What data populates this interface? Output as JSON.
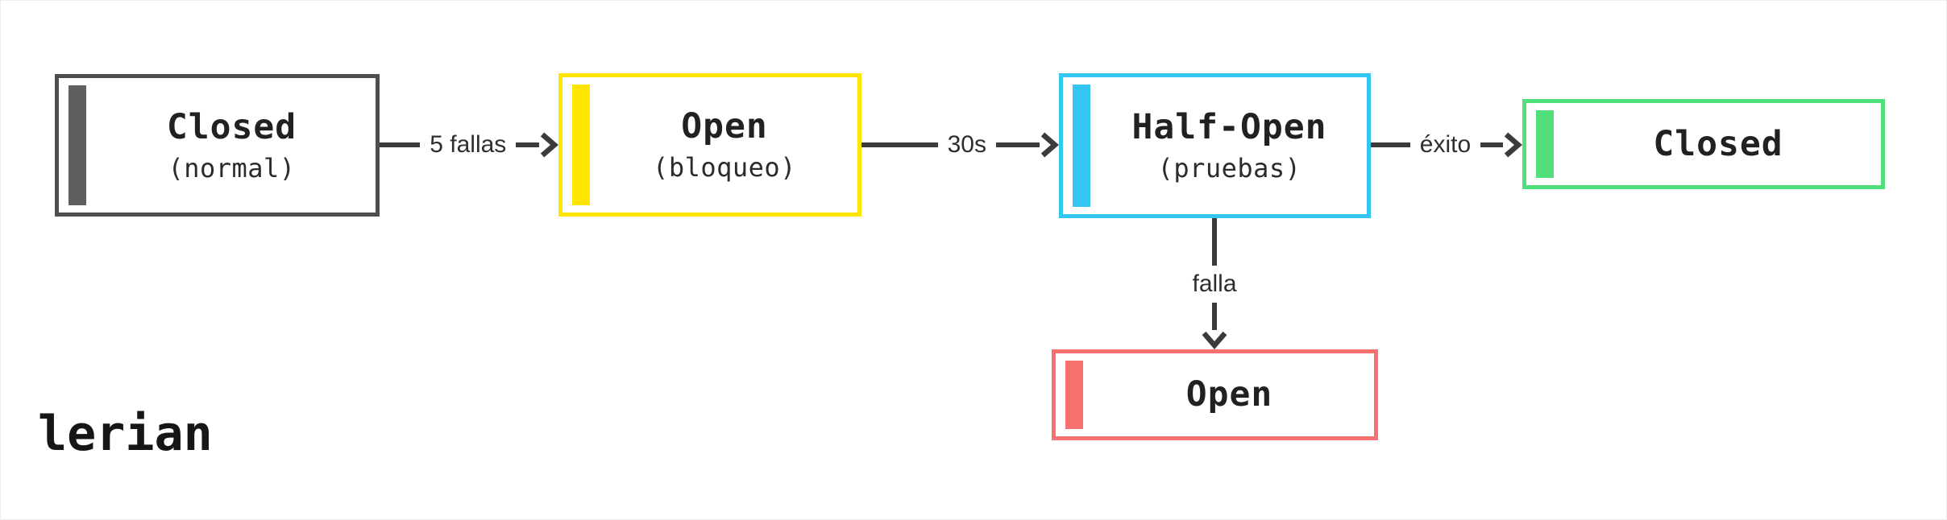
{
  "page": {
    "logo_text": "lerian",
    "background": "#ffffff"
  },
  "colors": {
    "state_closed_normal": "#4e4e4e",
    "state_open_blocked": "#ffe600",
    "state_half_open": "#33c6f2",
    "state_closed_success": "#50df7a",
    "state_open_failure": "#f87171",
    "arrow": "#3b3b3b",
    "title_text": "#212121",
    "label_text": "#2e2e2e"
  },
  "diagram": {
    "nodes": [
      {
        "title": "Closed",
        "subtitle": "(normal)",
        "color": "#4e4e4e"
      },
      {
        "title": "Open",
        "subtitle": "(bloqueo)",
        "color": "#ffe600"
      },
      {
        "title": "Half-Open",
        "subtitle": "(pruebas)",
        "color": "#33c6f2"
      },
      {
        "title": "Closed",
        "subtitle": "",
        "color": "#50df7a"
      },
      {
        "title": "Open",
        "subtitle": "",
        "color": "#f87171"
      }
    ],
    "edges": [
      {
        "label": "5 fallas",
        "from": "Closed (normal)",
        "to": "Open (bloqueo)"
      },
      {
        "label": "30s",
        "from": "Open (bloqueo)",
        "to": "Half-Open (pruebas)"
      },
      {
        "label": "éxito",
        "from": "Half-Open (pruebas)",
        "to": "Closed"
      },
      {
        "label": "falla",
        "from": "Half-Open (pruebas)",
        "to": "Open"
      }
    ]
  }
}
